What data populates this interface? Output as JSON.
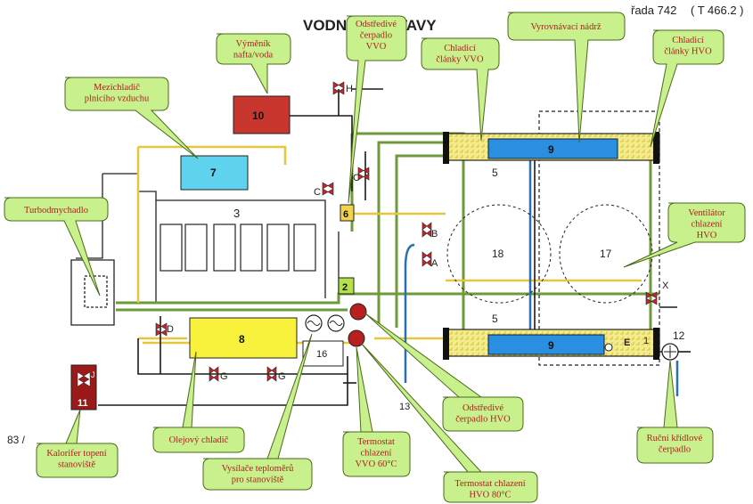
{
  "header": {
    "title": "VODNÍ SOUSTAVY",
    "series": "řada 742",
    "type": "( T 466.2 )",
    "page_ref": "83 /"
  },
  "components": {
    "engine": "3",
    "oil_cooler": "8",
    "water_oil_exchanger": "10",
    "charge_air_cooler": "7",
    "radiator_top": "9",
    "radiator_bottom": "9",
    "fan_hvo": "17",
    "fan_vvo": "18",
    "section_top": "5",
    "section_bottom": "5",
    "pump_vvo": "6",
    "pump_hvo": "2",
    "heater": "11",
    "sensor_block": "16",
    "drain": "13",
    "hand_pump": "12",
    "expansion_mark": "1",
    "check_valve": "E"
  },
  "valves": {
    "A": "A",
    "B": "B",
    "C1": "C",
    "C2": "C",
    "D": "D",
    "G1": "G",
    "G2": "G",
    "H": "H",
    "X": "X",
    "J": "J"
  },
  "callouts": [
    {
      "id": "c-exchanger",
      "lines": [
        "Výměník",
        "nafta/voda"
      ]
    },
    {
      "id": "c-pump-vvo",
      "lines": [
        "Odstředivé",
        "čerpadlo",
        "VVO"
      ]
    },
    {
      "id": "c-cells-vvo",
      "lines": [
        "Chladicí",
        "články VVO"
      ]
    },
    {
      "id": "c-tank",
      "lines": [
        "Vyrovnávací nádrž"
      ]
    },
    {
      "id": "c-cells-hvo",
      "lines": [
        "Chladicí",
        "články HVO"
      ]
    },
    {
      "id": "c-intercooler",
      "lines": [
        "Mezichladič",
        "plnicího vzduchu"
      ]
    },
    {
      "id": "c-turbo",
      "lines": [
        "Turbodmychadlo"
      ]
    },
    {
      "id": "c-fan",
      "lines": [
        "Ventilátor",
        "chlazení",
        "HVO"
      ]
    },
    {
      "id": "c-oil",
      "lines": [
        "Olejový chladič"
      ]
    },
    {
      "id": "c-heater",
      "lines": [
        "Kalorifer topení",
        "stanoviště"
      ]
    },
    {
      "id": "c-sensors",
      "lines": [
        "Vysílače teploměrů",
        "pro stanoviště"
      ]
    },
    {
      "id": "c-therm60",
      "lines": [
        "Termostat",
        "chlazení",
        "VVO 60°C"
      ]
    },
    {
      "id": "c-pump-hvo",
      "lines": [
        "Odstředivé",
        "čerpadlo HVO"
      ]
    },
    {
      "id": "c-therm80",
      "lines": [
        "Termostat chlazení",
        "HVO 80°C"
      ]
    },
    {
      "id": "c-handpump",
      "lines": [
        "Ruční křídlové",
        "čerpadlo"
      ]
    }
  ],
  "colors": {
    "callout_fill": "#c8f08c",
    "callout_stroke": "#4a6a1a",
    "callout_text": "#b02020",
    "exchanger": "#c8362e",
    "intercooler": "#5fd3ee",
    "oil_cooler": "#f8f23c",
    "radiator": "#2a8fe0",
    "tank_pattern": "#f1e87a",
    "pipe_green": "#6f9a3a",
    "pipe_yellow": "#e6c63a",
    "pipe_blue": "#2a6fb0",
    "pipe_black": "#1a1a1a",
    "valve_red": "#c8242a",
    "pump_red": "#b82020",
    "heater_red": "#9a1a1a"
  }
}
